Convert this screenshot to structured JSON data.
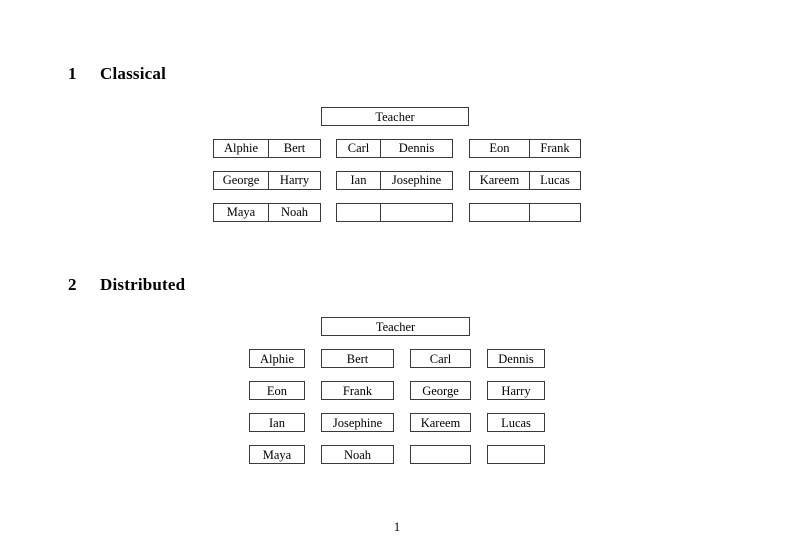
{
  "document": {
    "page_number": "1",
    "background_color": "#ffffff",
    "text_color": "#000000",
    "border_color": "#3a3a3a"
  },
  "sections": [
    {
      "number": "1",
      "title": "Classical",
      "teacher_label": "Teacher",
      "layout": "paired-cells",
      "groups": [
        {
          "rows": [
            {
              "left": "Alphie",
              "right": "Bert"
            },
            {
              "left": "George",
              "right": "Harry"
            },
            {
              "left": "Maya",
              "right": "Noah"
            }
          ]
        },
        {
          "rows": [
            {
              "left": "Carl",
              "right": "Dennis"
            },
            {
              "left": "Ian",
              "right": "Josephine"
            },
            {
              "left": "",
              "right": ""
            }
          ]
        },
        {
          "rows": [
            {
              "left": "Eon",
              "right": "Frank"
            },
            {
              "left": "Kareem",
              "right": "Lucas"
            },
            {
              "left": "",
              "right": ""
            }
          ]
        }
      ]
    },
    {
      "number": "2",
      "title": "Distributed",
      "teacher_label": "Teacher",
      "layout": "separate-cells",
      "rows": [
        [
          "Alphie",
          "Bert",
          "Carl",
          "Dennis"
        ],
        [
          "Eon",
          "Frank",
          "George",
          "Harry"
        ],
        [
          "Ian",
          "Josephine",
          "Kareem",
          "Lucas"
        ],
        [
          "Maya",
          "Noah",
          "",
          ""
        ]
      ]
    }
  ]
}
